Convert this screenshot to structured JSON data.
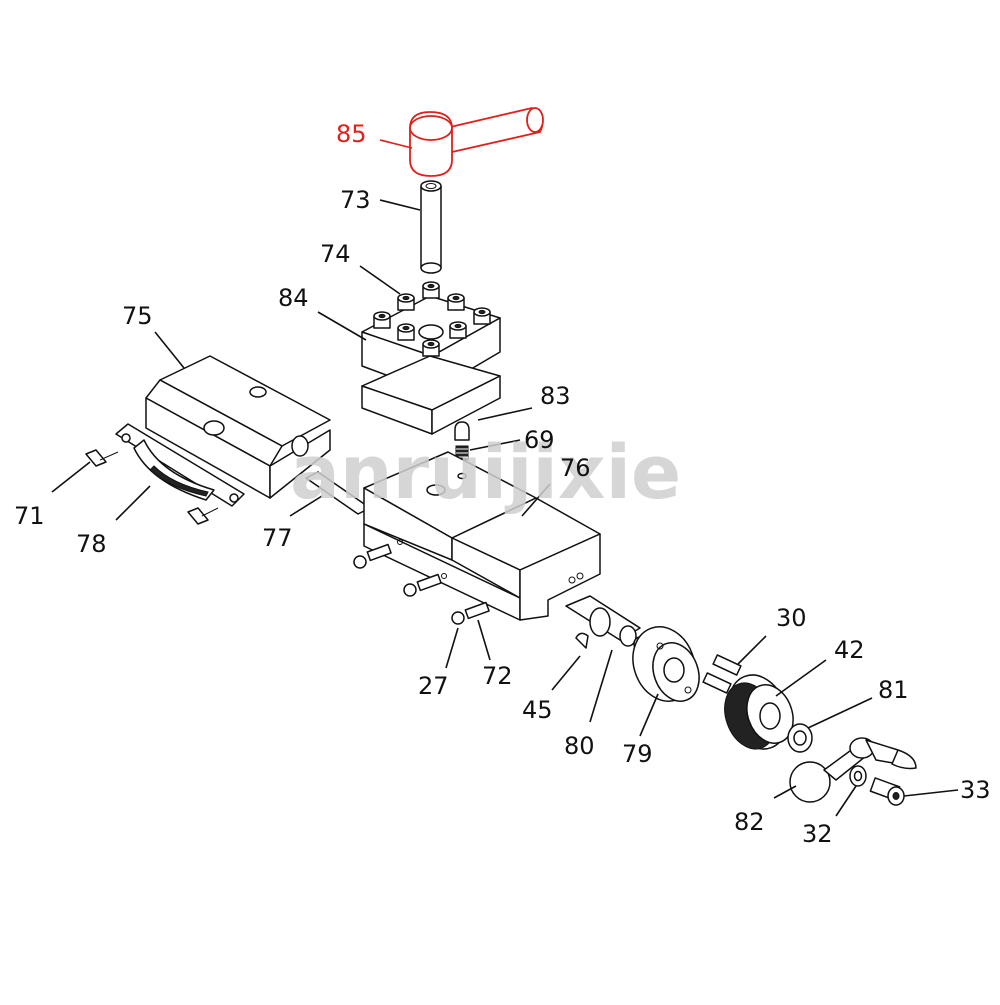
{
  "diagram": {
    "watermark": "anruijixie",
    "highlight_color": "#e0201b",
    "line_color": "#111111",
    "parts": [
      {
        "id": "85",
        "label": "85",
        "highlighted": true
      },
      {
        "id": "73",
        "label": "73"
      },
      {
        "id": "74",
        "label": "74"
      },
      {
        "id": "84",
        "label": "84"
      },
      {
        "id": "75",
        "label": "75"
      },
      {
        "id": "83",
        "label": "83"
      },
      {
        "id": "69",
        "label": "69"
      },
      {
        "id": "76",
        "label": "76"
      },
      {
        "id": "71",
        "label": "71"
      },
      {
        "id": "78",
        "label": "78"
      },
      {
        "id": "77",
        "label": "77"
      },
      {
        "id": "30",
        "label": "30"
      },
      {
        "id": "42",
        "label": "42"
      },
      {
        "id": "81",
        "label": "81"
      },
      {
        "id": "27",
        "label": "27"
      },
      {
        "id": "72",
        "label": "72"
      },
      {
        "id": "45",
        "label": "45"
      },
      {
        "id": "80",
        "label": "80"
      },
      {
        "id": "79",
        "label": "79"
      },
      {
        "id": "33",
        "label": "33"
      },
      {
        "id": "82",
        "label": "82"
      },
      {
        "id": "32",
        "label": "32"
      }
    ]
  }
}
